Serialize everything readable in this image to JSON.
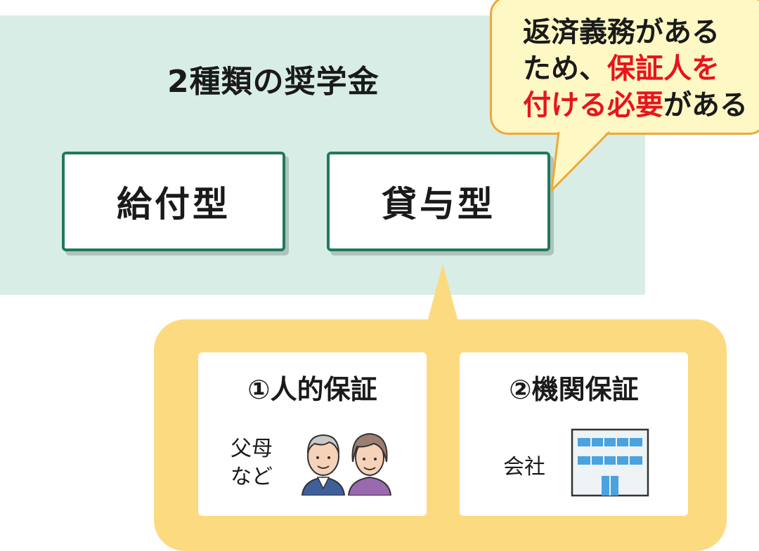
{
  "title": "2種類の奨学金",
  "types": {
    "kyufu": "給付型",
    "taiyo": "貸与型"
  },
  "callout": {
    "line1": "返済義務がある",
    "line2_a": "ため、",
    "line2_b": "保証人を",
    "line3_a": "付ける必要",
    "line3_b": "がある"
  },
  "guarantee": {
    "person": {
      "title": "①人的保証",
      "label_line1": "父母",
      "label_line2": "など"
    },
    "org": {
      "title": "②機関保証",
      "label": "会社"
    }
  },
  "colors": {
    "green_panel": "#d8ede6",
    "box_border": "#1f7a5a",
    "callout_fill": "#fdf8c4",
    "callout_border": "#f0a73a",
    "highlight_red": "#e8141c",
    "yellow_panel": "#fcda80"
  },
  "icons": [
    "elderly-couple-icon",
    "office-building-icon"
  ]
}
